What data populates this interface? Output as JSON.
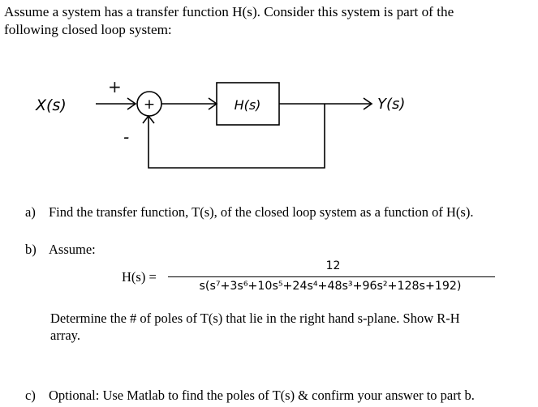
{
  "intro": {
    "line1": "Assume a system has a transfer function H(s). Consider this system is part of the",
    "line2": "following closed loop system:"
  },
  "diagram": {
    "input_label": "X(s)",
    "plus_sign": "+",
    "minus_sign": "-",
    "summer_symbol": "+",
    "block_label": "H(s)",
    "output_label": "Y(s)"
  },
  "questions": {
    "a": {
      "label": "a)",
      "text": "Find the transfer function, T(s), of the closed loop system as a function of H(s)."
    },
    "b": {
      "label": "b)",
      "text": "Assume:",
      "lhs": "H(s) =",
      "numerator": "12",
      "denominator": "s(s⁷+3s⁶+10s⁵+24s⁴+48s³+96s²+128s+192)",
      "determine_line1": "Determine the # of poles of T(s) that lie in the right hand s-plane. Show R-H",
      "determine_line2": "array."
    },
    "c": {
      "label": "c)",
      "text": "Optional: Use Matlab to find the poles of T(s) & confirm your answer to part b."
    }
  }
}
